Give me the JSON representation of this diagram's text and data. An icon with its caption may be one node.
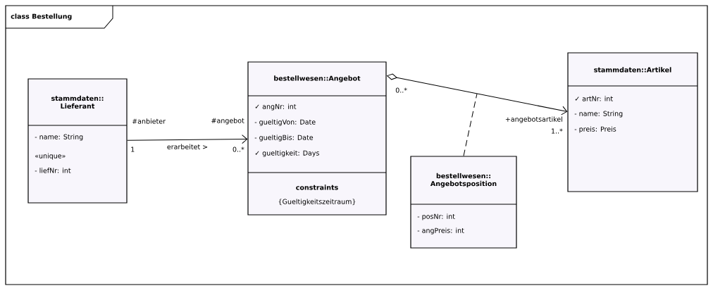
{
  "diagram": {
    "nodes": [
      {
        "text": [
          "class Bestellung"
        ]
      },
      {
        "text": [
          "stammdaten:: Lieferant",
          "- name: String",
          "«unique»",
          "- liefNr: int"
        ],
        "in": 0
      },
      {
        "text": [
          "bestellwesen::Angebot",
          "✓ angNr: int",
          "- gueltigVon: Date",
          "- gueltigBis: Date",
          "✓ gueltigkeit: Days",
          "constraints",
          "{Gueltigkeitszeitraum}"
        ],
        "in": 0
      },
      {
        "text": [
          "bestellwesen:: Angebotsposition",
          "- posNr: int",
          "- angPreis: int"
        ],
        "in": 0
      },
      {
        "text": [
          "stammdaten::Artikel",
          "✓ artNr: int",
          "- name: String",
          "- preis: Preis"
        ],
        "in": 0
      }
    ],
    "edges": [
      {
        "from": 1,
        "to": 2,
        "arrow": "to",
        "label": "erarbeitet >"
      },
      {
        "from": 2,
        "to": 4,
        "arrow": "to"
      },
      {
        "from": 3,
        "to": null,
        "arrow": "none",
        "style": "dashed"
      }
    ],
    "labels": [
      "#anbieter",
      "1",
      "#angebot",
      "0..*",
      "0..*",
      "+angebotsartikel",
      "1..*"
    ]
  }
}
